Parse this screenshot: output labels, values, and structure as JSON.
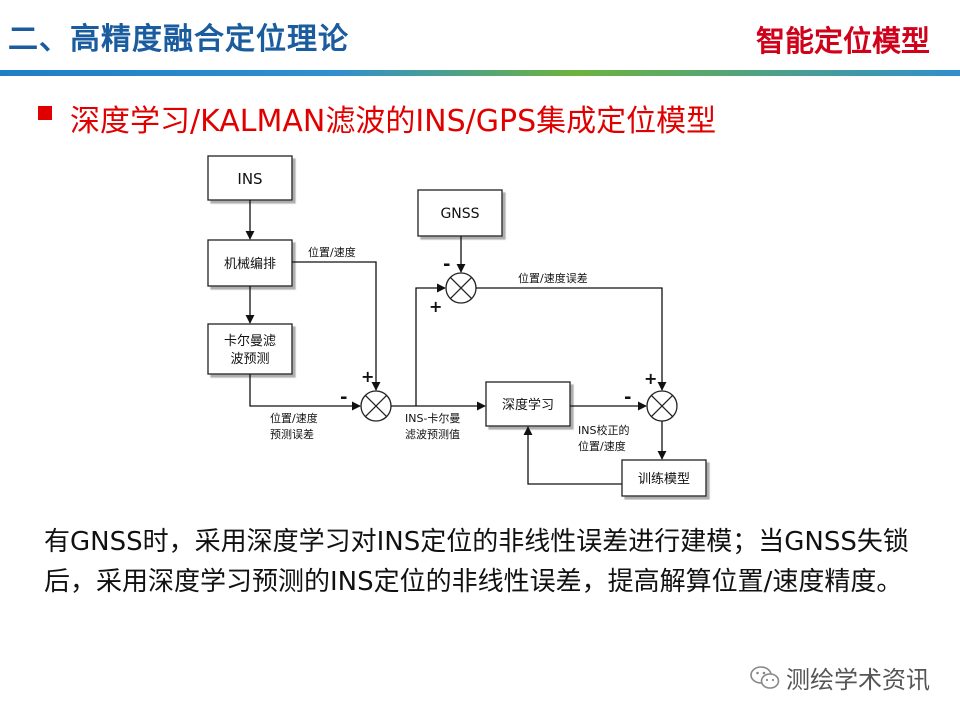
{
  "header": {
    "title": "二、高精度融合定位理论",
    "right_label": "智能定位模型"
  },
  "subtitle": "深度学习/KALMAN滤波的INS/GPS集成定位模型",
  "diagram": {
    "boxes": {
      "ins": "INS",
      "mechanization": "机械编排",
      "kalman_line1": "卡尔曼滤",
      "kalman_line2": "波预测",
      "gnss": "GNSS",
      "deep_learning": "深度学习",
      "train_model": "训练模型"
    },
    "labels": {
      "pos_vel": "位置/速度",
      "pos_vel_error": "位置/速度误差",
      "pred_error_line1": "位置/速度",
      "pred_error_line2": "预测误差",
      "ins_kalman_line1": "INS-卡尔曼",
      "ins_kalman_line2": "滤波预测值",
      "ins_corrected_line1": "INS校正的",
      "ins_corrected_line2": "位置/速度"
    },
    "signs": {
      "plus": "+",
      "minus": "-"
    }
  },
  "description": "有GNSS时，采用深度学习对INS定位的非线性误差进行建模；当GNSS失锁后，采用深度学习预测的INS定位的非线性误差，提高解算位置/速度精度。",
  "watermark": {
    "icon": "wechat-icon",
    "text": "测绘学术资讯"
  },
  "colors": {
    "title_blue": "#1a5c9e",
    "accent_red": "#e00000"
  }
}
